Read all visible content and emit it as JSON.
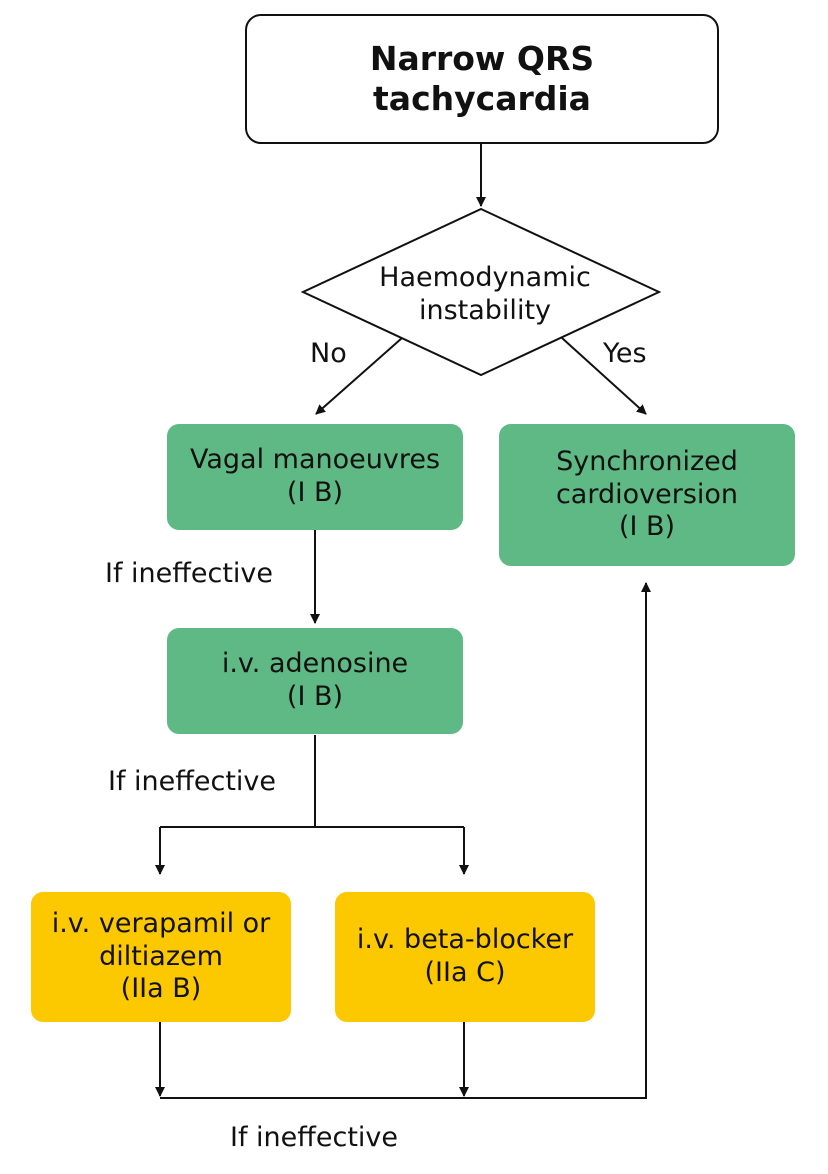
{
  "start": {
    "line1": "Narrow QRS",
    "line2": "tachycardia"
  },
  "decision": {
    "line1": "Haemodynamic",
    "line2": "instability",
    "no_label": "No",
    "yes_label": "Yes"
  },
  "vagal": {
    "line1": "Vagal manoeuvres",
    "line2": "(I B)"
  },
  "cardioversion": {
    "line1": "Synchronized",
    "line2": "cardioversion",
    "line3": "(I B)"
  },
  "adenosine": {
    "line1": "i.v. adenosine",
    "line2": "(I B)"
  },
  "verapamil": {
    "line1": "i.v. verapamil or",
    "line2": "diltiazem",
    "line3": "(IIa B)"
  },
  "betablocker": {
    "line1": "i.v. beta-blocker",
    "line2": "(IIa C)"
  },
  "labels": {
    "ineffective_1": "If ineffective",
    "ineffective_2": "If ineffective",
    "ineffective_3": "If ineffective"
  },
  "colors": {
    "green": "#5eb985",
    "yellow": "#fcc800",
    "line": "#111111"
  }
}
